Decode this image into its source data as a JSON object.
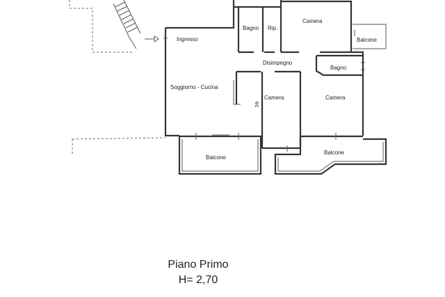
{
  "rooms": {
    "ingresso": "Ingresso",
    "bagno1": "Bagno",
    "rip": "Rip.",
    "camera_top": "Camera",
    "balcone_right": "Balcone",
    "disimpegno": "Disimpegno",
    "bagno2": "Bagno",
    "soggiorno": "Soggiorno - Cucina",
    "camera_mid": "Camera",
    "camera_right": "Camera",
    "balcone_bottom_left": "Balcone",
    "balcone_bottom_right": "Balcone",
    "marker": "ec"
  },
  "caption": {
    "floor": "Piano Primo",
    "height": "H= 2,70"
  }
}
